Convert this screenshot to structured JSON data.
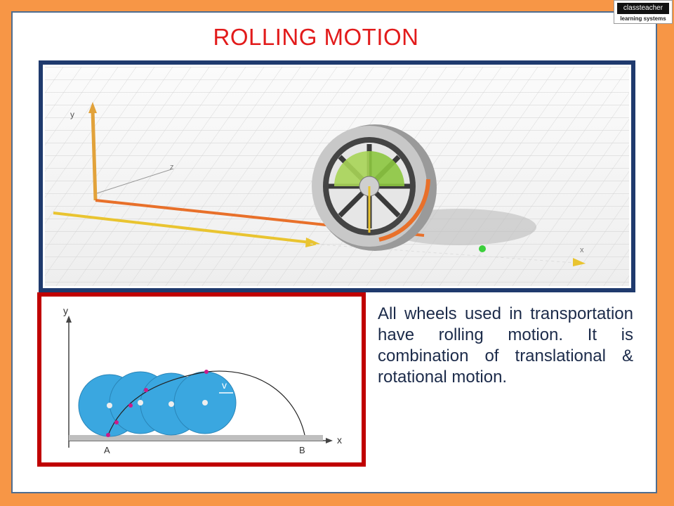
{
  "logo": {
    "brand": "classteacher",
    "tagline": "learning systems"
  },
  "slide": {
    "title": "ROLLING MOTION",
    "description": "All wheels used in transportation have rolling motion. It is combination of translational & rotational motion."
  },
  "diagram_top": {
    "axis_labels": {
      "y": "y",
      "z": "z",
      "x": "x"
    }
  },
  "diagram_bottom": {
    "labels": {
      "y_axis": "y",
      "x_axis": "x",
      "point_a": "A",
      "point_b": "B",
      "velocity": "v"
    }
  },
  "colors": {
    "background": "#f79646",
    "title": "#e21b1b",
    "frame_top": "#1f3a6d",
    "frame_bottom": "#c00000",
    "ball": "#3aa7e0"
  }
}
